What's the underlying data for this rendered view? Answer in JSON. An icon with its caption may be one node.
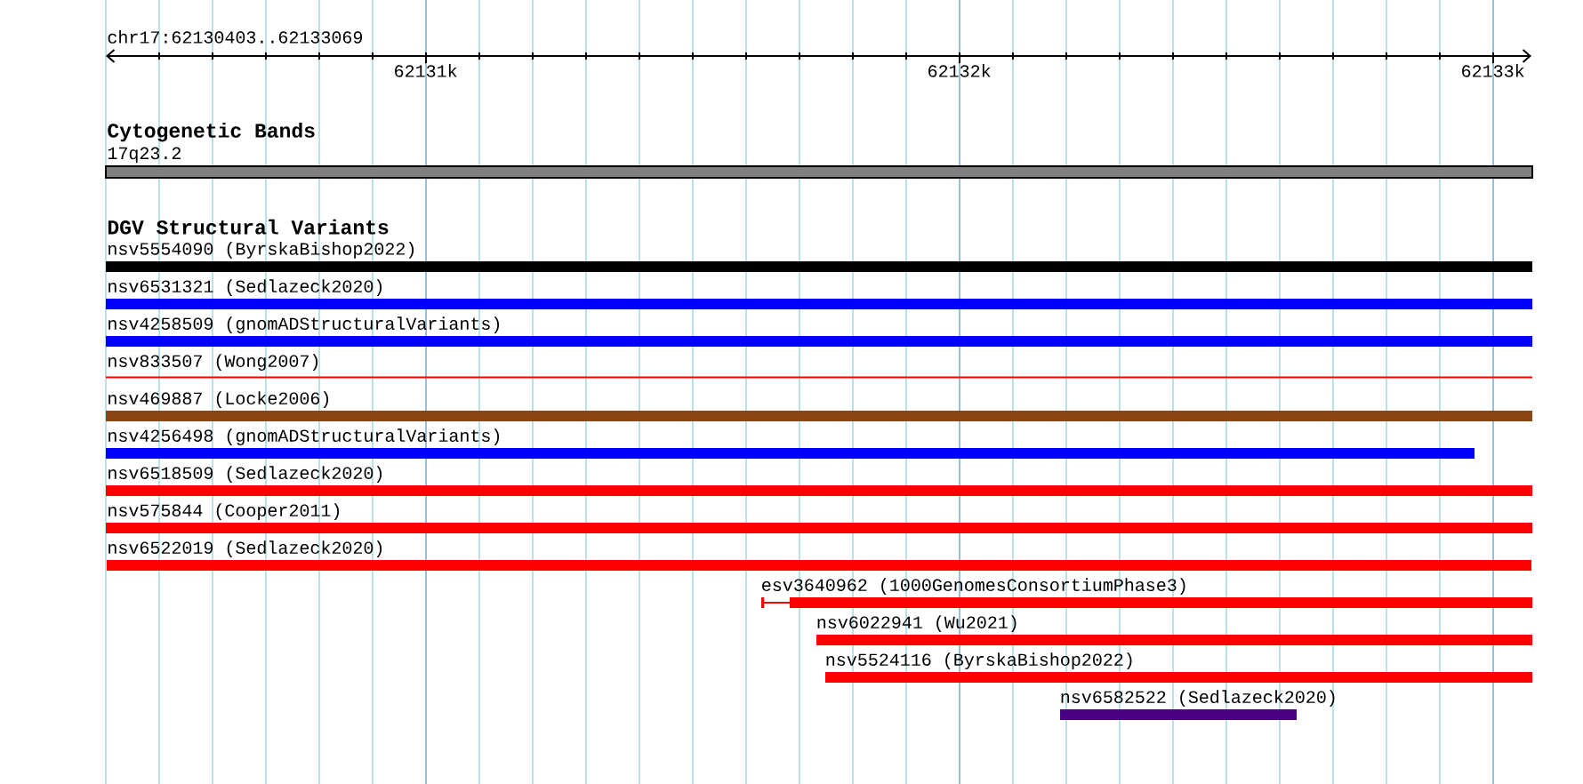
{
  "diagram": {
    "nodes": [
      {
        "text": [
          "17q23.2"
        ]
      },
      {
        "text": [
          "nsv5554090 (ByrskaBishop2022)"
        ]
      },
      {
        "text": [
          "nsv6531321 (Sedlazeck2020)"
        ]
      },
      {
        "text": [
          "nsv4258509 (gnomADStructuralVariants)"
        ]
      },
      {
        "text": [
          "nsv833507 (Wong2007)"
        ]
      },
      {
        "text": [
          "nsv469887 (Locke2006)"
        ]
      },
      {
        "text": [
          "nsv4256498 (gnomADStructuralVariants)"
        ]
      },
      {
        "text": [
          "nsv6518509 (Sedlazeck2020)"
        ]
      },
      {
        "text": [
          "nsv575844 (Cooper2011)"
        ]
      },
      {
        "text": [
          "nsv6522019 (Sedlazeck2020)"
        ]
      },
      {
        "text": [
          "esv3640962 (1000GenomesConsortiumPhase3)"
        ]
      },
      {
        "text": [
          "nsv6022941 (Wu2021)"
        ]
      },
      {
        "text": [
          "nsv5524116 (ByrskaBishop2022)"
        ]
      },
      {
        "text": [
          "nsv6582522 (Sedlazeck2020)"
        ]
      }
    ],
    "labels": [
      "chr17:62130403..62133069",
      "62131k",
      "62132k",
      "62133k",
      "Cytogenetic Bands",
      "DGV Structural Variants"
    ]
  }
}
